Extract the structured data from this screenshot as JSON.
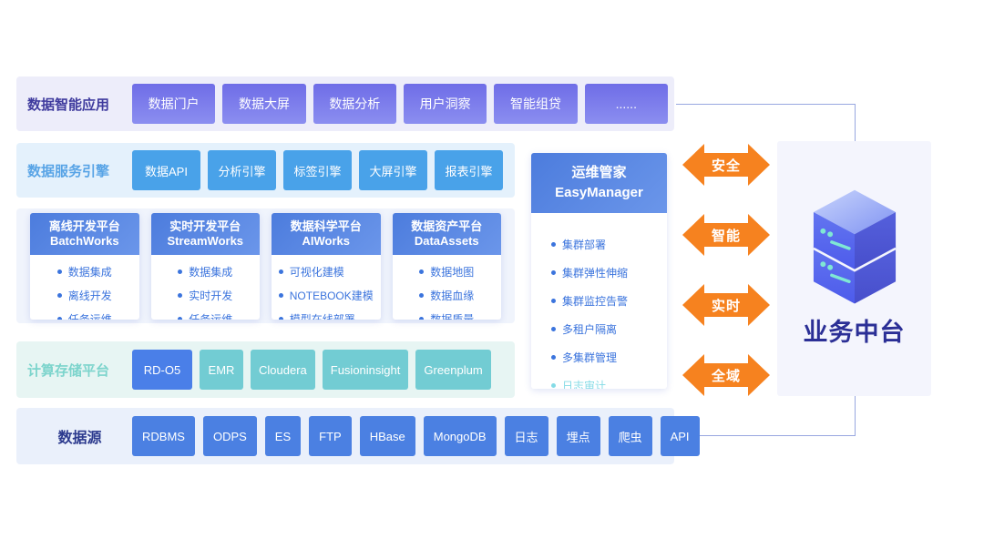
{
  "rows": {
    "apps": {
      "label": "数据智能应用",
      "items": [
        "数据门户",
        "数据大屏",
        "数据分析",
        "用户洞察",
        "智能组贷",
        "......"
      ]
    },
    "engines": {
      "label": "数据服务引擎",
      "items": [
        "数据API",
        "分析引擎",
        "标签引擎",
        "大屏引擎",
        "报表引擎"
      ]
    },
    "platforms": {
      "cards": [
        {
          "title_cn": "离线开发平台",
          "title_en": "BatchWorks",
          "items": [
            "数据集成",
            "离线开发",
            "任务运维"
          ]
        },
        {
          "title_cn": "实时开发平台",
          "title_en": "StreamWorks",
          "items": [
            "数据集成",
            "实时开发",
            "任务运维"
          ]
        },
        {
          "title_cn": "数据科学平台",
          "title_en": "AIWorks",
          "items": [
            "可视化建模",
            "NOTEBOOK建模",
            "模型在线部署"
          ]
        },
        {
          "title_cn": "数据资产平台",
          "title_en": "DataAssets",
          "items": [
            "数据地图",
            "数据血缘",
            "数据质量"
          ]
        }
      ]
    },
    "storage": {
      "label": "计算存储平台",
      "primary_item": "RD-O5",
      "items": [
        "EMR",
        "Cloudera",
        "Fusioninsight",
        "Greenplum"
      ]
    },
    "sources": {
      "label": "数据源",
      "items": [
        "RDBMS",
        "ODPS",
        "ES",
        "FTP",
        "HBase",
        "MongoDB",
        "日志",
        "埋点",
        "爬虫",
        "API"
      ]
    }
  },
  "manager": {
    "title_cn": "运维管家",
    "title_en": "EasyManager",
    "items": [
      "集群部署",
      "集群弹性伸缩",
      "集群监控告警",
      "多租户隔离",
      "多集群管理"
    ],
    "muted_item": "日志审计"
  },
  "arrows": [
    "安全",
    "智能",
    "实时",
    "全域"
  ],
  "business": {
    "title": "业务中台",
    "icon": "server-stack-icon"
  },
  "colors": {
    "page_bg": "#ffffff",
    "row_apps_bg": "#ededfa",
    "row_engines_bg": "#e4f1fc",
    "row_platforms_bg": "#f0f4fc",
    "row_storage_bg": "#e7f5f3",
    "row_sources_bg": "#eaf0fb",
    "apps_label": "#3f3b9e",
    "engines_label": "#58a4e6",
    "storage_label": "#7cd4cc",
    "sources_label": "#2c3a8e",
    "app_btn_start": "#6f6de7",
    "app_btn_end": "#8b8ef0",
    "engine_btn": "#49a2e9",
    "card_head_start": "#4c7cdd",
    "card_head_end": "#6b96ea",
    "bullet_blue": "#3b74dd",
    "storage_primary": "#4a7fe8",
    "storage_btn": "#72ccd3",
    "source_btn": "#4b80e2",
    "arrow_orange": "#f6821f",
    "muted_cyan": "#84dbe6",
    "navy": "#2b2f96",
    "connector": "#98a7e0",
    "business_bg": "#f4f5fd"
  }
}
